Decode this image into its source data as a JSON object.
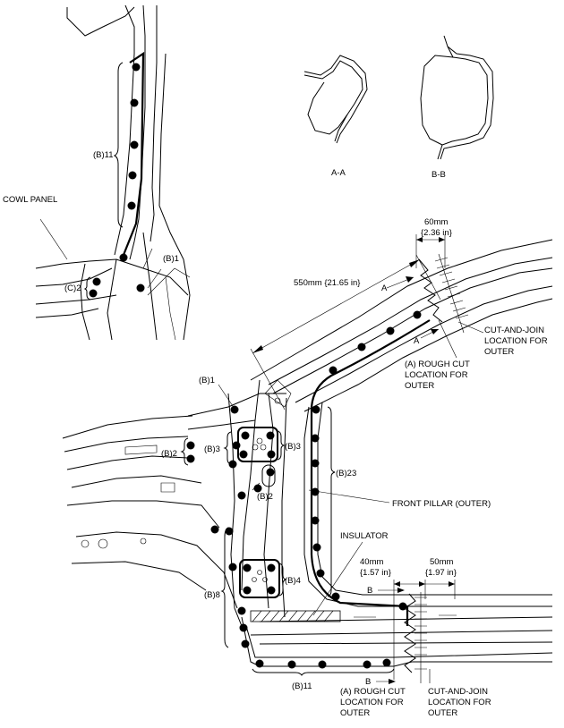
{
  "figure": {
    "sections": {
      "a_a": "A-A",
      "b_b": "B-B"
    },
    "labels": {
      "cowl_panel": "COWL PANEL",
      "b11_top": "(B)11",
      "b1_top": "(B)1",
      "c2": "(C)2",
      "b1_main": "(B)1",
      "b2_left": "(B)2",
      "b3_left": "(B)3",
      "b3_right": "(B)3",
      "b2_center": "(B)2",
      "b23": "(B)23",
      "b4": "(B)4",
      "b8": "(B)8",
      "b11_bottom": "(B)11",
      "front_pillar": "FRONT PILLAR (OUTER)",
      "insulator": "INSULATOR",
      "marker_a_top": "A",
      "marker_a_bottom": "A",
      "marker_b_top": "B",
      "marker_b_bottom": "B"
    },
    "dimensions": {
      "d550": "550mm {21.65 in}",
      "d60_mm": "60mm",
      "d60_in": "{2.36 in}",
      "d40_mm": "40mm",
      "d40_in": "{1.57 in}",
      "d50_mm": "50mm",
      "d50_in": "{1.97 in}"
    },
    "callouts": {
      "cut_join_top": [
        "CUT-AND-JOIN",
        "LOCATION FOR",
        "OUTER"
      ],
      "rough_cut_top": [
        "(A) ROUGH CUT",
        "LOCATION FOR",
        "OUTER"
      ],
      "rough_cut_bottom": [
        "(A) ROUGH CUT",
        "LOCATION FOR",
        "OUTER"
      ],
      "cut_join_bottom": [
        "CUT-AND-JOIN",
        "LOCATION FOR",
        "OUTER"
      ]
    }
  }
}
